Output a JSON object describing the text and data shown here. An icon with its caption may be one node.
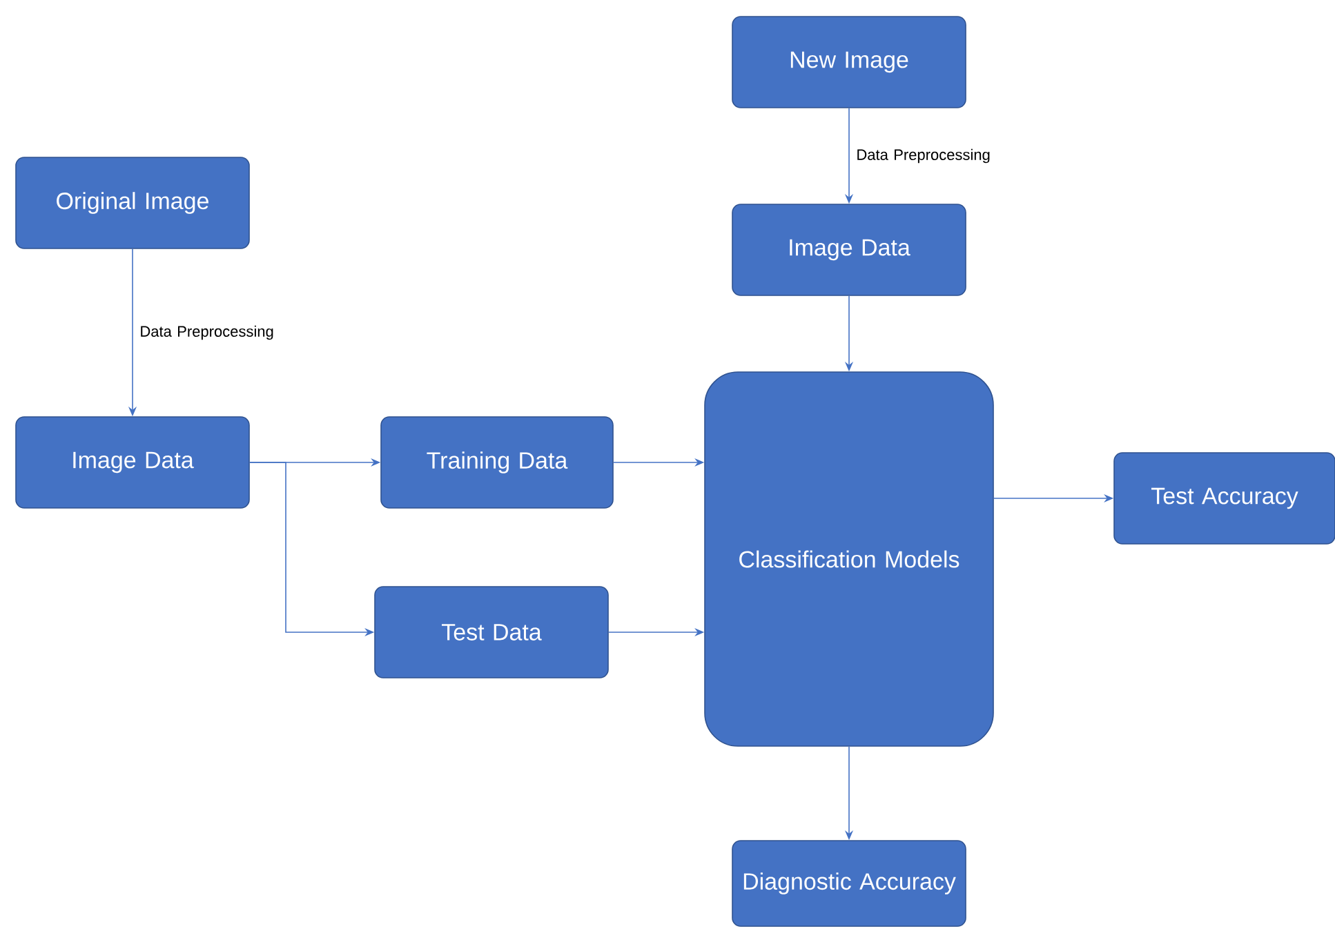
{
  "diagram": {
    "nodes": [
      {
        "text": [
          "New Image"
        ]
      },
      {
        "text": [
          "Original Image"
        ]
      },
      {
        "text": [
          "Image Data"
        ]
      },
      {
        "text": [
          "Image Data"
        ]
      },
      {
        "text": [
          "Training Data"
        ]
      },
      {
        "text": [
          "Classification Models"
        ]
      },
      {
        "text": [
          "Test Accuracy"
        ]
      },
      {
        "text": [
          "Test Data"
        ]
      },
      {
        "text": [
          "Diagnostic Accuracy"
        ]
      }
    ],
    "edges": [
      {
        "from": 0,
        "to": 2,
        "arrow": "to",
        "label": "Data Preprocessing"
      },
      {
        "from": 1,
        "to": 3,
        "arrow": "to",
        "label": "Data Preprocessing"
      },
      {
        "from": 2,
        "to": 5,
        "arrow": "to"
      },
      {
        "from": 3,
        "to": 4,
        "arrow": "to"
      },
      {
        "from": 3,
        "to": 7,
        "arrow": "to"
      },
      {
        "from": 4,
        "to": 5,
        "arrow": "to"
      },
      {
        "from": 7,
        "to": 5,
        "arrow": "to"
      },
      {
        "from": 5,
        "to": 6,
        "arrow": "to"
      },
      {
        "from": 5,
        "to": 8,
        "arrow": "to"
      }
    ]
  }
}
